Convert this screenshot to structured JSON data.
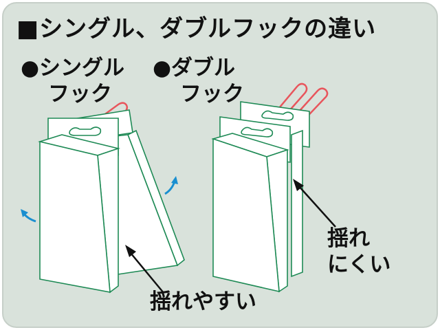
{
  "title": "■シングル、ダブルフックの違い",
  "single": {
    "line1": "●シングル",
    "line2": "フック"
  },
  "double": {
    "line1": "●ダブル",
    "line2": "フック"
  },
  "annotations": {
    "single": "揺れやすい",
    "double_line1": "揺れ",
    "double_line2": "にくい"
  },
  "colors": {
    "panel": "#d9e2db",
    "box_outline": "#1e8a55",
    "hook": "#e8555c",
    "sway_arrow": "#1a8fd0",
    "text": "#111111"
  }
}
